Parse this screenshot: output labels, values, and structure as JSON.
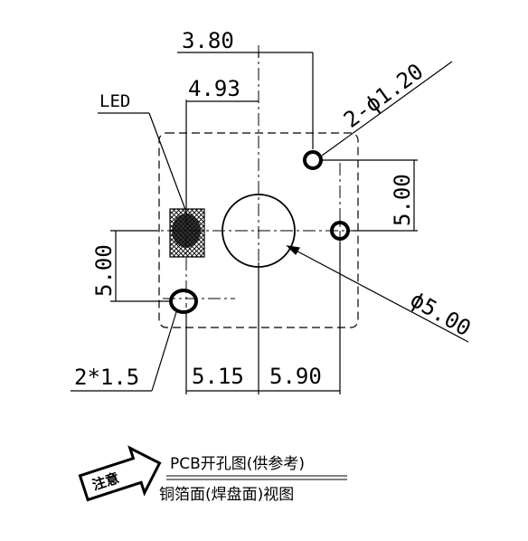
{
  "dimensions": {
    "top_width": "3.80",
    "led_offset": "4.93",
    "small_hole": "2-ϕ1.20",
    "right_vertical": "5.00",
    "left_vertical": "5.00",
    "center_hole": "ϕ5.00",
    "bottom_left": "5.15",
    "bottom_right": "5.90",
    "slot_holes": "2*1.5"
  },
  "labels": {
    "led": "LED"
  },
  "caption": {
    "line1": "PCB开孔图(供参考)",
    "line2": "铜箔面(焊盘面)视图"
  },
  "stamp": {
    "text": "注意"
  }
}
